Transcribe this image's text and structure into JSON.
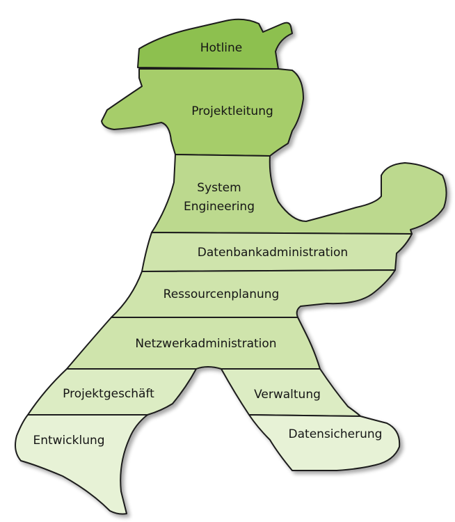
{
  "diagram": {
    "colors": {
      "hat": "#8dc04f",
      "head": "#a6cd6a",
      "body_mid": "#bcd98e",
      "body_light": "#cfe4ac",
      "legs": "#dcecc3",
      "feet": "#e7f2d6",
      "outline": "#1a1a1a",
      "shadow": "#c8c8c8"
    },
    "segments": [
      {
        "id": "hotline",
        "label": "Hotline"
      },
      {
        "id": "projektleitung",
        "label": "Projektleitung"
      },
      {
        "id": "system-engineering",
        "label_line1": "System",
        "label_line2": "Engineering"
      },
      {
        "id": "datenbankadministration",
        "label": "Datenbankadministration"
      },
      {
        "id": "ressourcenplanung",
        "label": "Ressourcenplanung"
      },
      {
        "id": "netzwerkadministration",
        "label": "Netzwerkadministration"
      },
      {
        "id": "projektgeschaeft",
        "label": "Projektgeschäft"
      },
      {
        "id": "verwaltung",
        "label": "Verwaltung"
      },
      {
        "id": "entwicklung",
        "label": "Entwicklung"
      },
      {
        "id": "datensicherung",
        "label": "Datensicherung"
      }
    ]
  }
}
